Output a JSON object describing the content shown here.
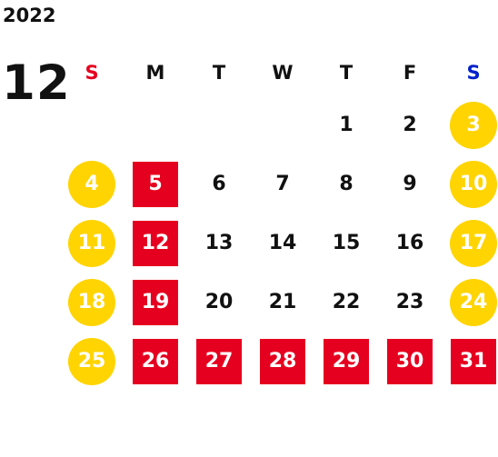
{
  "year": "2022",
  "month": "12",
  "colors": {
    "sunday_header": "#e6001f",
    "saturday_header": "#0022cc",
    "weekend_circle": "#ffd400",
    "holiday_square": "#e6001f"
  },
  "weekdays": [
    {
      "label": "S",
      "color": "#e6001f"
    },
    {
      "label": "M",
      "color": "#111111"
    },
    {
      "label": "T",
      "color": "#111111"
    },
    {
      "label": "W",
      "color": "#111111"
    },
    {
      "label": "T",
      "color": "#111111"
    },
    {
      "label": "F",
      "color": "#111111"
    },
    {
      "label": "S",
      "color": "#0022cc"
    }
  ],
  "weeks": [
    [
      null,
      null,
      null,
      null,
      {
        "d": "1"
      },
      {
        "d": "2"
      },
      {
        "d": "3",
        "mark": "circle"
      }
    ],
    [
      {
        "d": "4",
        "mark": "circle"
      },
      {
        "d": "5",
        "mark": "square"
      },
      {
        "d": "6"
      },
      {
        "d": "7"
      },
      {
        "d": "8"
      },
      {
        "d": "9"
      },
      {
        "d": "10",
        "mark": "circle"
      }
    ],
    [
      {
        "d": "11",
        "mark": "circle"
      },
      {
        "d": "12",
        "mark": "square"
      },
      {
        "d": "13"
      },
      {
        "d": "14"
      },
      {
        "d": "15"
      },
      {
        "d": "16"
      },
      {
        "d": "17",
        "mark": "circle"
      }
    ],
    [
      {
        "d": "18",
        "mark": "circle"
      },
      {
        "d": "19",
        "mark": "square"
      },
      {
        "d": "20"
      },
      {
        "d": "21"
      },
      {
        "d": "22"
      },
      {
        "d": "23"
      },
      {
        "d": "24",
        "mark": "circle"
      }
    ],
    [
      {
        "d": "25",
        "mark": "circle"
      },
      {
        "d": "26",
        "mark": "square"
      },
      {
        "d": "27",
        "mark": "square"
      },
      {
        "d": "28",
        "mark": "square"
      },
      {
        "d": "29",
        "mark": "square"
      },
      {
        "d": "30",
        "mark": "square"
      },
      {
        "d": "31",
        "mark": "square"
      }
    ]
  ]
}
